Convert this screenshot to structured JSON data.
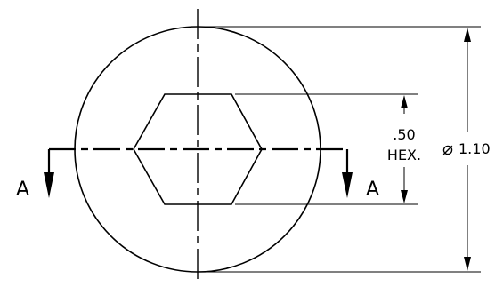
{
  "section_label_left": "A",
  "section_label_right": "A",
  "hex_dimension_value": ".50",
  "hex_dimension_suffix": "HEX.",
  "diameter_symbol": "⌀",
  "diameter_value": "1.10",
  "colors": {
    "line": "#000000",
    "background": "#ffffff"
  }
}
